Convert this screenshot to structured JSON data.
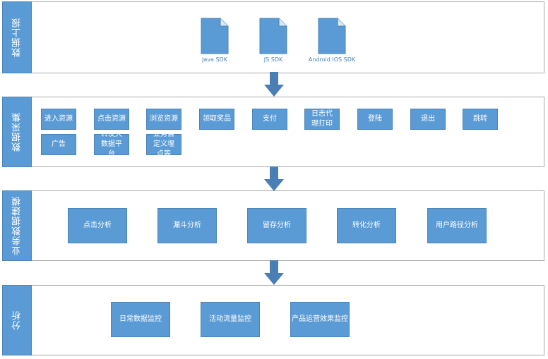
{
  "rows": [
    {
      "label": "数据上报"
    },
    {
      "label": "数据采集"
    },
    {
      "label": "业务数据建模"
    },
    {
      "label": "分析"
    }
  ],
  "sdks": [
    "Java SDK",
    "JS SDK",
    "Android IOS SDK"
  ],
  "collect": [
    "进入资源",
    "点击资源",
    "浏览资源",
    "领取奖品",
    "支付",
    "日志代理打印",
    "登陆",
    "退出",
    "跳转",
    "广告",
    "转发大数据平台",
    "业务自定义埋点等"
  ],
  "modeling": [
    "点击分析",
    "漏斗分析",
    "留存分析",
    "转化分析",
    "用户路径分析"
  ],
  "analysis": [
    "日常数据监控",
    "活动流量监控",
    "产品运营效果监控"
  ],
  "colors": {
    "box": "#5b9bd5",
    "arrow": "#4a7fb5",
    "border": "#a9a9a9"
  }
}
